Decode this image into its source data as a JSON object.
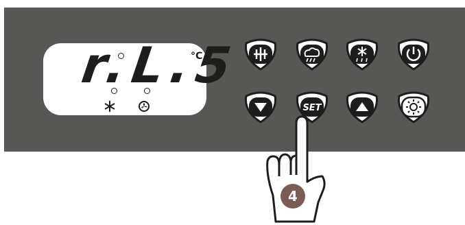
{
  "display": {
    "text": "r.L.5",
    "unit": "°C",
    "indicators": [
      "snowflake-icon",
      "fan-icon"
    ]
  },
  "buttons": {
    "top_row": [
      "defrost-icon",
      "humidity-icon",
      "frost-icon",
      "power-icon"
    ],
    "bottom_row": [
      "down-arrow-icon",
      "set-icon",
      "up-arrow-icon",
      "light-icon"
    ],
    "set_label": "SET"
  },
  "instruction": {
    "step_number": "4",
    "pressed_button": "SET"
  },
  "colors": {
    "panel": "#575756",
    "display_bg": "#ffffff",
    "segment": "#1d1d1b",
    "badge": "#7a5c55"
  }
}
